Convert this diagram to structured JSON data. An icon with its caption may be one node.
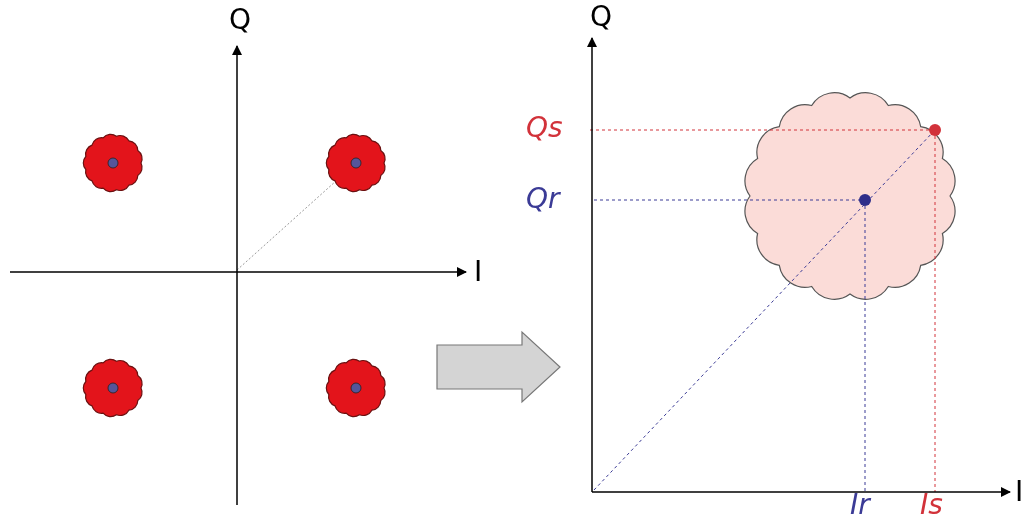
{
  "diagram": {
    "labels": [
      "Q",
      "Q",
      "Qs",
      "Qr",
      "I",
      "I",
      "Ir",
      "Is"
    ]
  }
}
